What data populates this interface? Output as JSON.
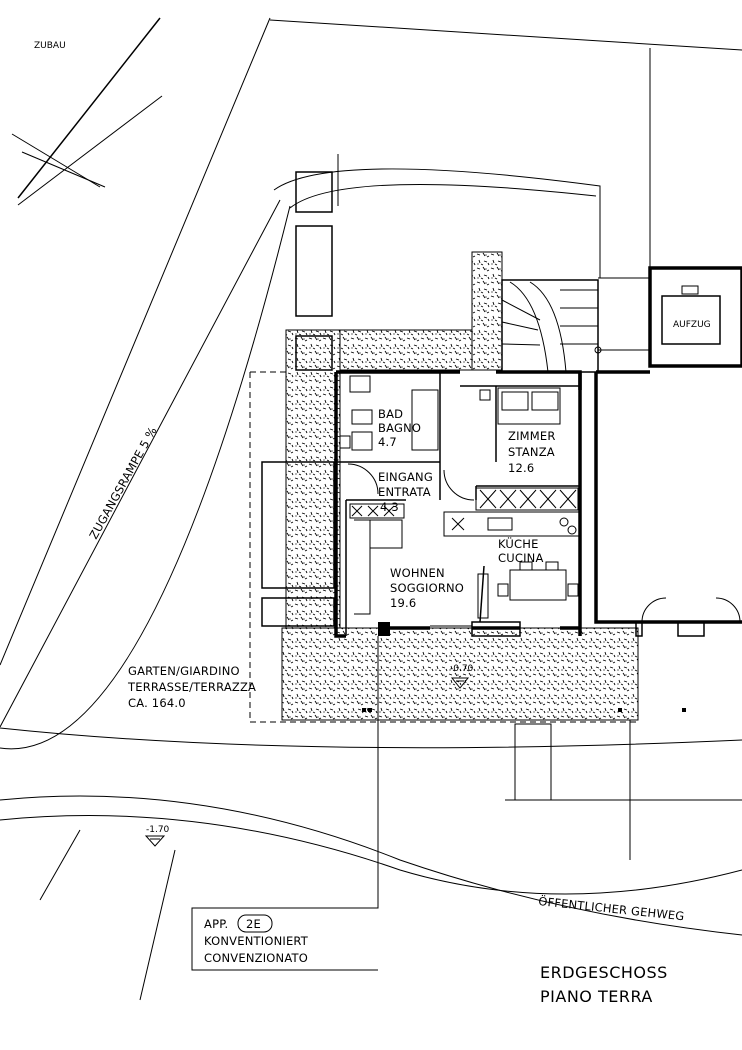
{
  "labels": {
    "zubau": "ZUBAU",
    "ramp": "ZUGANGSRAMPE 5 %",
    "aufzug": "AUFZUG",
    "bad": "BAD",
    "bagno": "BAGNO",
    "bad_area": "4.7",
    "zimmer": "ZIMMER",
    "stanza": "STANZA",
    "zimmer_area": "12.6",
    "eingang": "EINGANG",
    "entrata": "ENTRATA",
    "eingang_area": "4.3",
    "kueche": "KÜCHE",
    "cucina": "CUCINA",
    "wohnen": "WOHNEN",
    "soggiorno": "SOGGIORNO",
    "wohnen_area": "19.6",
    "garten": "GARTEN/GIARDINO",
    "terrasse": "TERRASSE/TERRAZZA",
    "garten_area": "CA. 164.0",
    "level_terrace": "-0.70",
    "level_street": "-1.70",
    "gehweg": "ÖFFENTLICHER GEHWEG",
    "app_prefix": "APP.",
    "app_number": "2E",
    "konventioniert": "KONVENTIONIERT",
    "convenzionato": "CONVENZIONATO",
    "floor_de": "ERDGESCHOSS",
    "floor_it": "PIANO TERRA"
  }
}
